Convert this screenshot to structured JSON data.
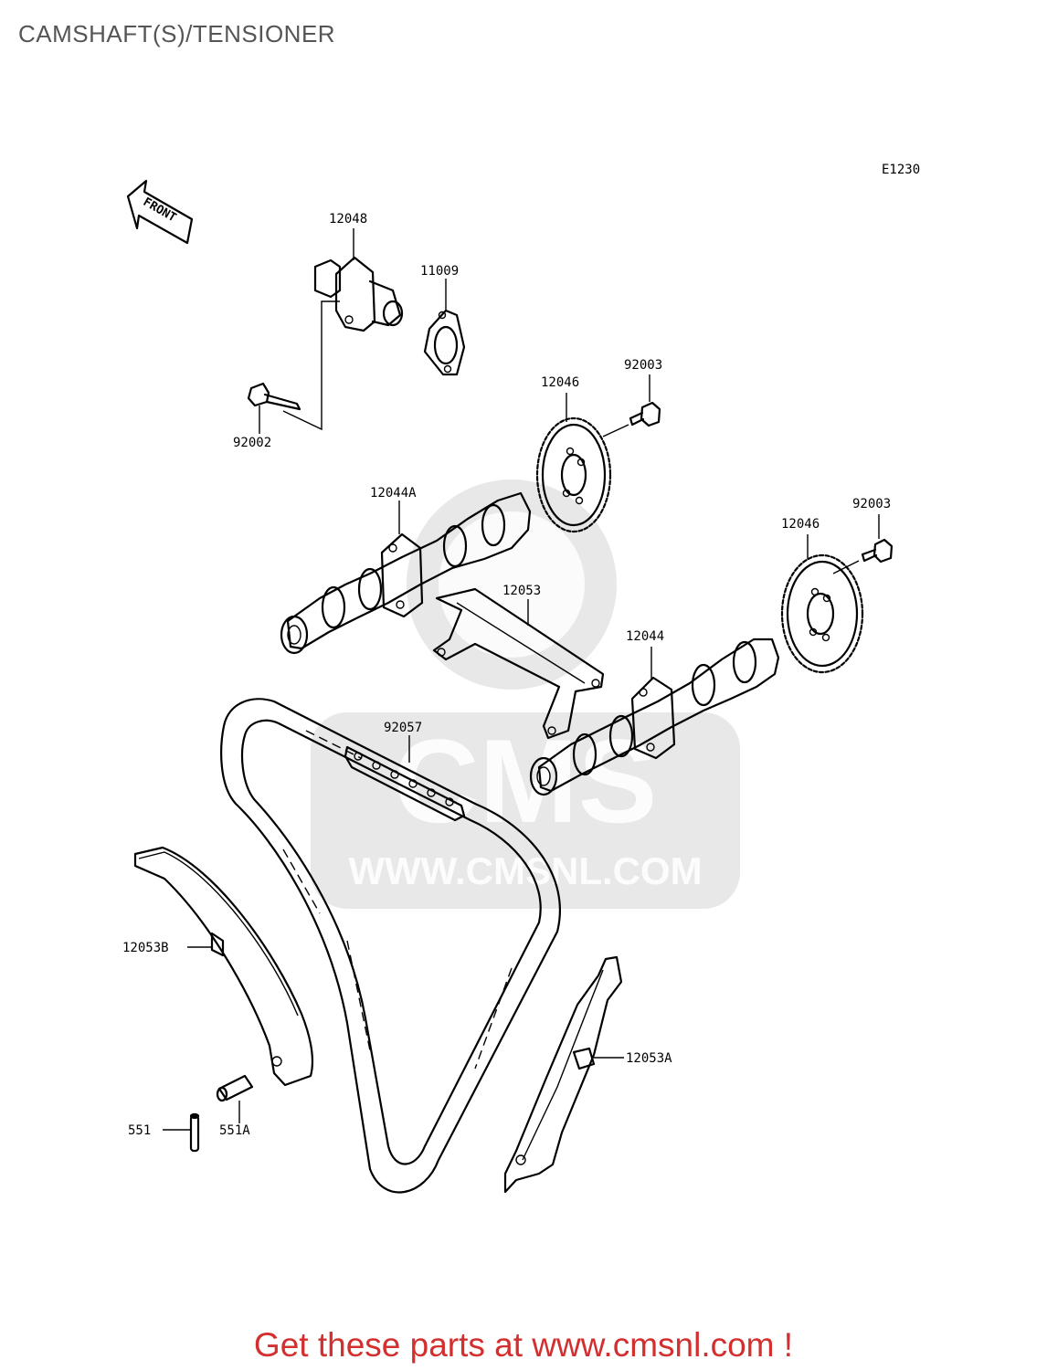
{
  "title": "CAMSHAFT(S)/TENSIONER",
  "diagram_code": "E1230",
  "front_label": "FRONT",
  "watermark": {
    "brand": "CMS",
    "url": "WWW.CMSNL.COM"
  },
  "callouts": [
    {
      "id": "12048",
      "label": "12048"
    },
    {
      "id": "11009",
      "label": "11009"
    },
    {
      "id": "92002",
      "label": "92002"
    },
    {
      "id": "12046-a",
      "label": "12046"
    },
    {
      "id": "92003-a",
      "label": "92003"
    },
    {
      "id": "12044A",
      "label": "12044A"
    },
    {
      "id": "12046-b",
      "label": "12046"
    },
    {
      "id": "92003-b",
      "label": "92003"
    },
    {
      "id": "12053",
      "label": "12053"
    },
    {
      "id": "12044",
      "label": "12044"
    },
    {
      "id": "92057",
      "label": "92057"
    },
    {
      "id": "12053B",
      "label": "12053B"
    },
    {
      "id": "12053A",
      "label": "12053A"
    },
    {
      "id": "551",
      "label": "551"
    },
    {
      "id": "551A",
      "label": "551A"
    }
  ],
  "footer": {
    "cta": "Get these parts at www.cmsnl.com !",
    "color": "#d32f2f"
  }
}
